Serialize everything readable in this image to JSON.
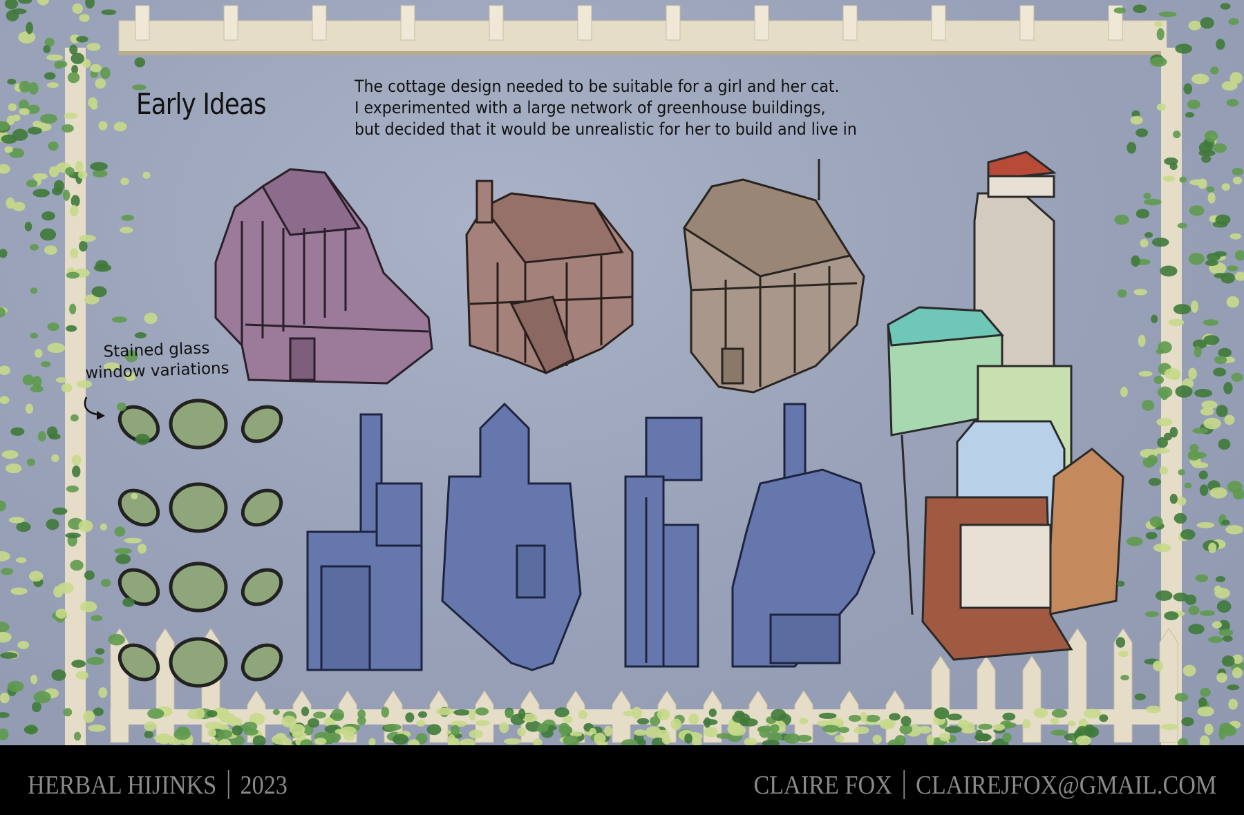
{
  "header": {
    "title": "Early Ideas",
    "description": [
      "The cottage design needed to be suitable for a girl and her cat.",
      "I experimented with a large network of greenhouse buildings,",
      "but decided that it would be unrealistic for her to build and live in"
    ]
  },
  "annotation": {
    "label_line1": "Stained glass",
    "label_line2": "window variations"
  },
  "footer": {
    "project": "HERBAL HIJINKS",
    "year": "2023",
    "author": "CLAIRE FOX",
    "email": "CLAIREJFOX@GMAIL.COM"
  },
  "colors": {
    "background": "#9aa3b9",
    "fence": "#e6ddc8",
    "vine_dark": "#3f7a3a",
    "vine_light": "#c6d98a",
    "purple_house": "#9b7a9a",
    "brown_house": "#a4817a",
    "tan_house": "#a8978a",
    "blue_buildings": "#6577ad",
    "leaf_glass": "#8fa57a",
    "footer_bg": "#000000",
    "footer_text": "#8a8a8a"
  }
}
